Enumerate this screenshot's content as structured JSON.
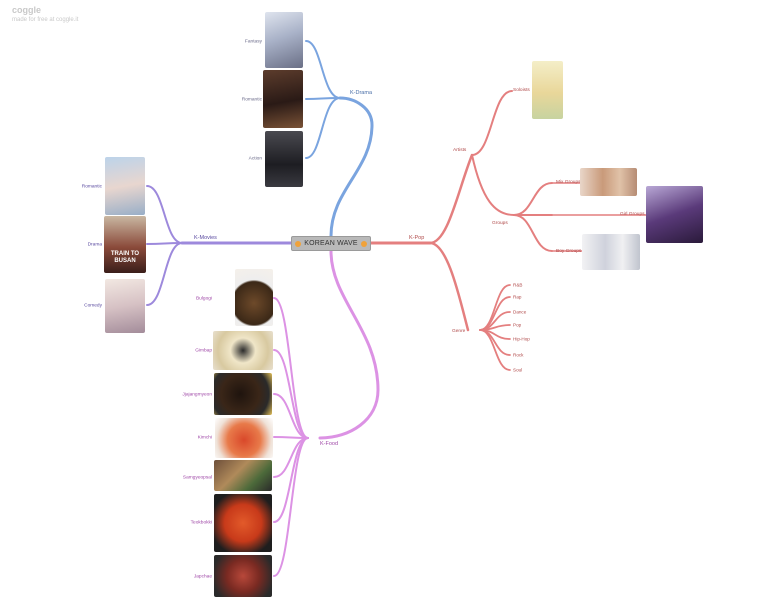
{
  "watermark": {
    "logo": "coggle",
    "tagline": "made for free at coggle.it"
  },
  "center": {
    "label": "KOREAN WAVE"
  },
  "colors": {
    "drama": "#7aa4df",
    "movies": "#9d89dc",
    "food": "#dc92e4",
    "pop": "#e47f7f",
    "center_fill": "#b9b9b9",
    "center_dot": "#f0a23a"
  },
  "branches": {
    "drama": {
      "label": "K-Drama",
      "children": [
        "Fantasy",
        "Romantic",
        "Action"
      ]
    },
    "movies": {
      "label": "K-Movies",
      "children": [
        "Romantic",
        "Drama",
        "Comedy"
      ]
    },
    "food": {
      "label": "K-Food",
      "children": [
        "Bulgogi",
        "Gimbap",
        "Jjajangmyeon",
        "Kimchi",
        "Samgyeopsal",
        "Teokbokki",
        "Japchae"
      ]
    },
    "pop": {
      "label": "K-Pop",
      "artists": {
        "label": "Artists",
        "soloists": "Soloists",
        "groups": "Groups",
        "group_types": [
          "Mix Groups",
          "Girl Groups",
          "Boy Groups"
        ]
      },
      "genre": {
        "label": "Genre",
        "items": [
          "R&B",
          "Rap",
          "Dance",
          "Pop",
          "Hip-Hop",
          "Rock",
          "Soul"
        ]
      }
    }
  },
  "poster_text": {
    "train": "TRAIN TO BUSAN"
  }
}
